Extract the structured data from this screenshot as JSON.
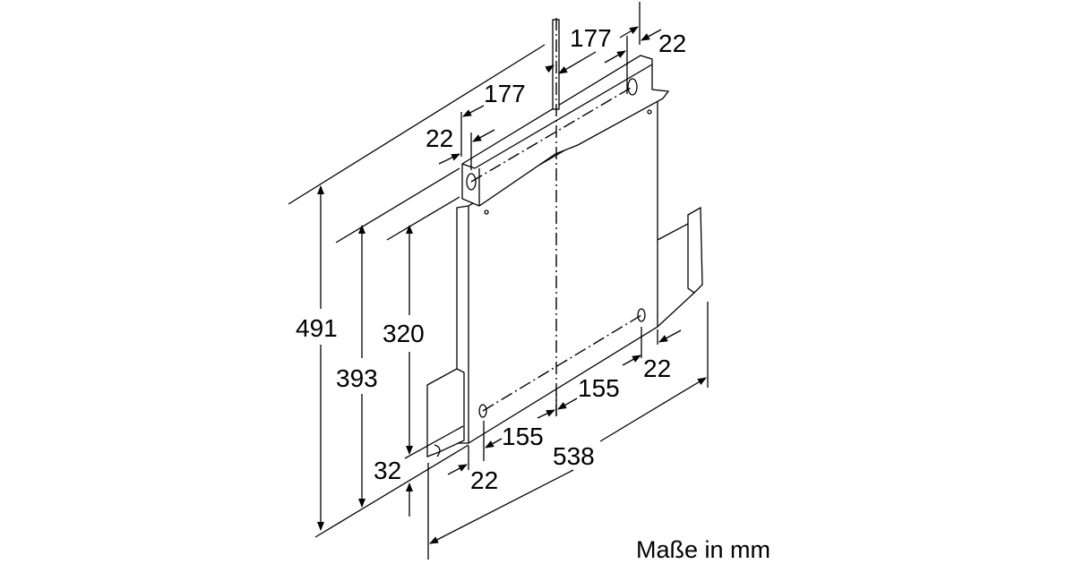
{
  "drawing": {
    "dimensions": {
      "top_right_177": "177",
      "top_right_22": "22",
      "top_left_177": "177",
      "top_left_22": "22",
      "height_491": "491",
      "height_393": "393",
      "height_320": "320",
      "offset_32": "32",
      "bottom_right_155": "155",
      "bottom_right_22": "22",
      "bottom_left_155": "155",
      "bottom_left_22": "22",
      "width_538": "538"
    },
    "units_note": "Maße in mm"
  }
}
